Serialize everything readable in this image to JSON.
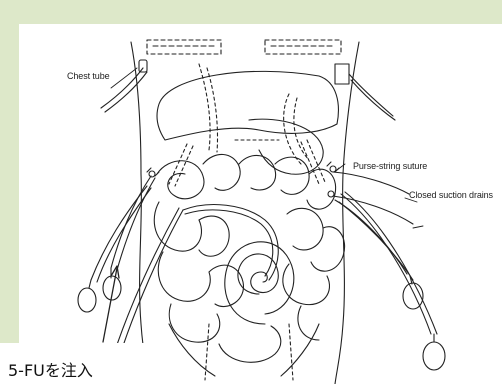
{
  "labels": {
    "chest_tube": "Chest tube",
    "purse_string": "Purse-string suture",
    "closed_drains": "Closed suction drains"
  },
  "caption": "5-FUを注入",
  "colors": {
    "background": "#dde8c9",
    "canvas": "#ffffff",
    "ink": "#222222"
  }
}
